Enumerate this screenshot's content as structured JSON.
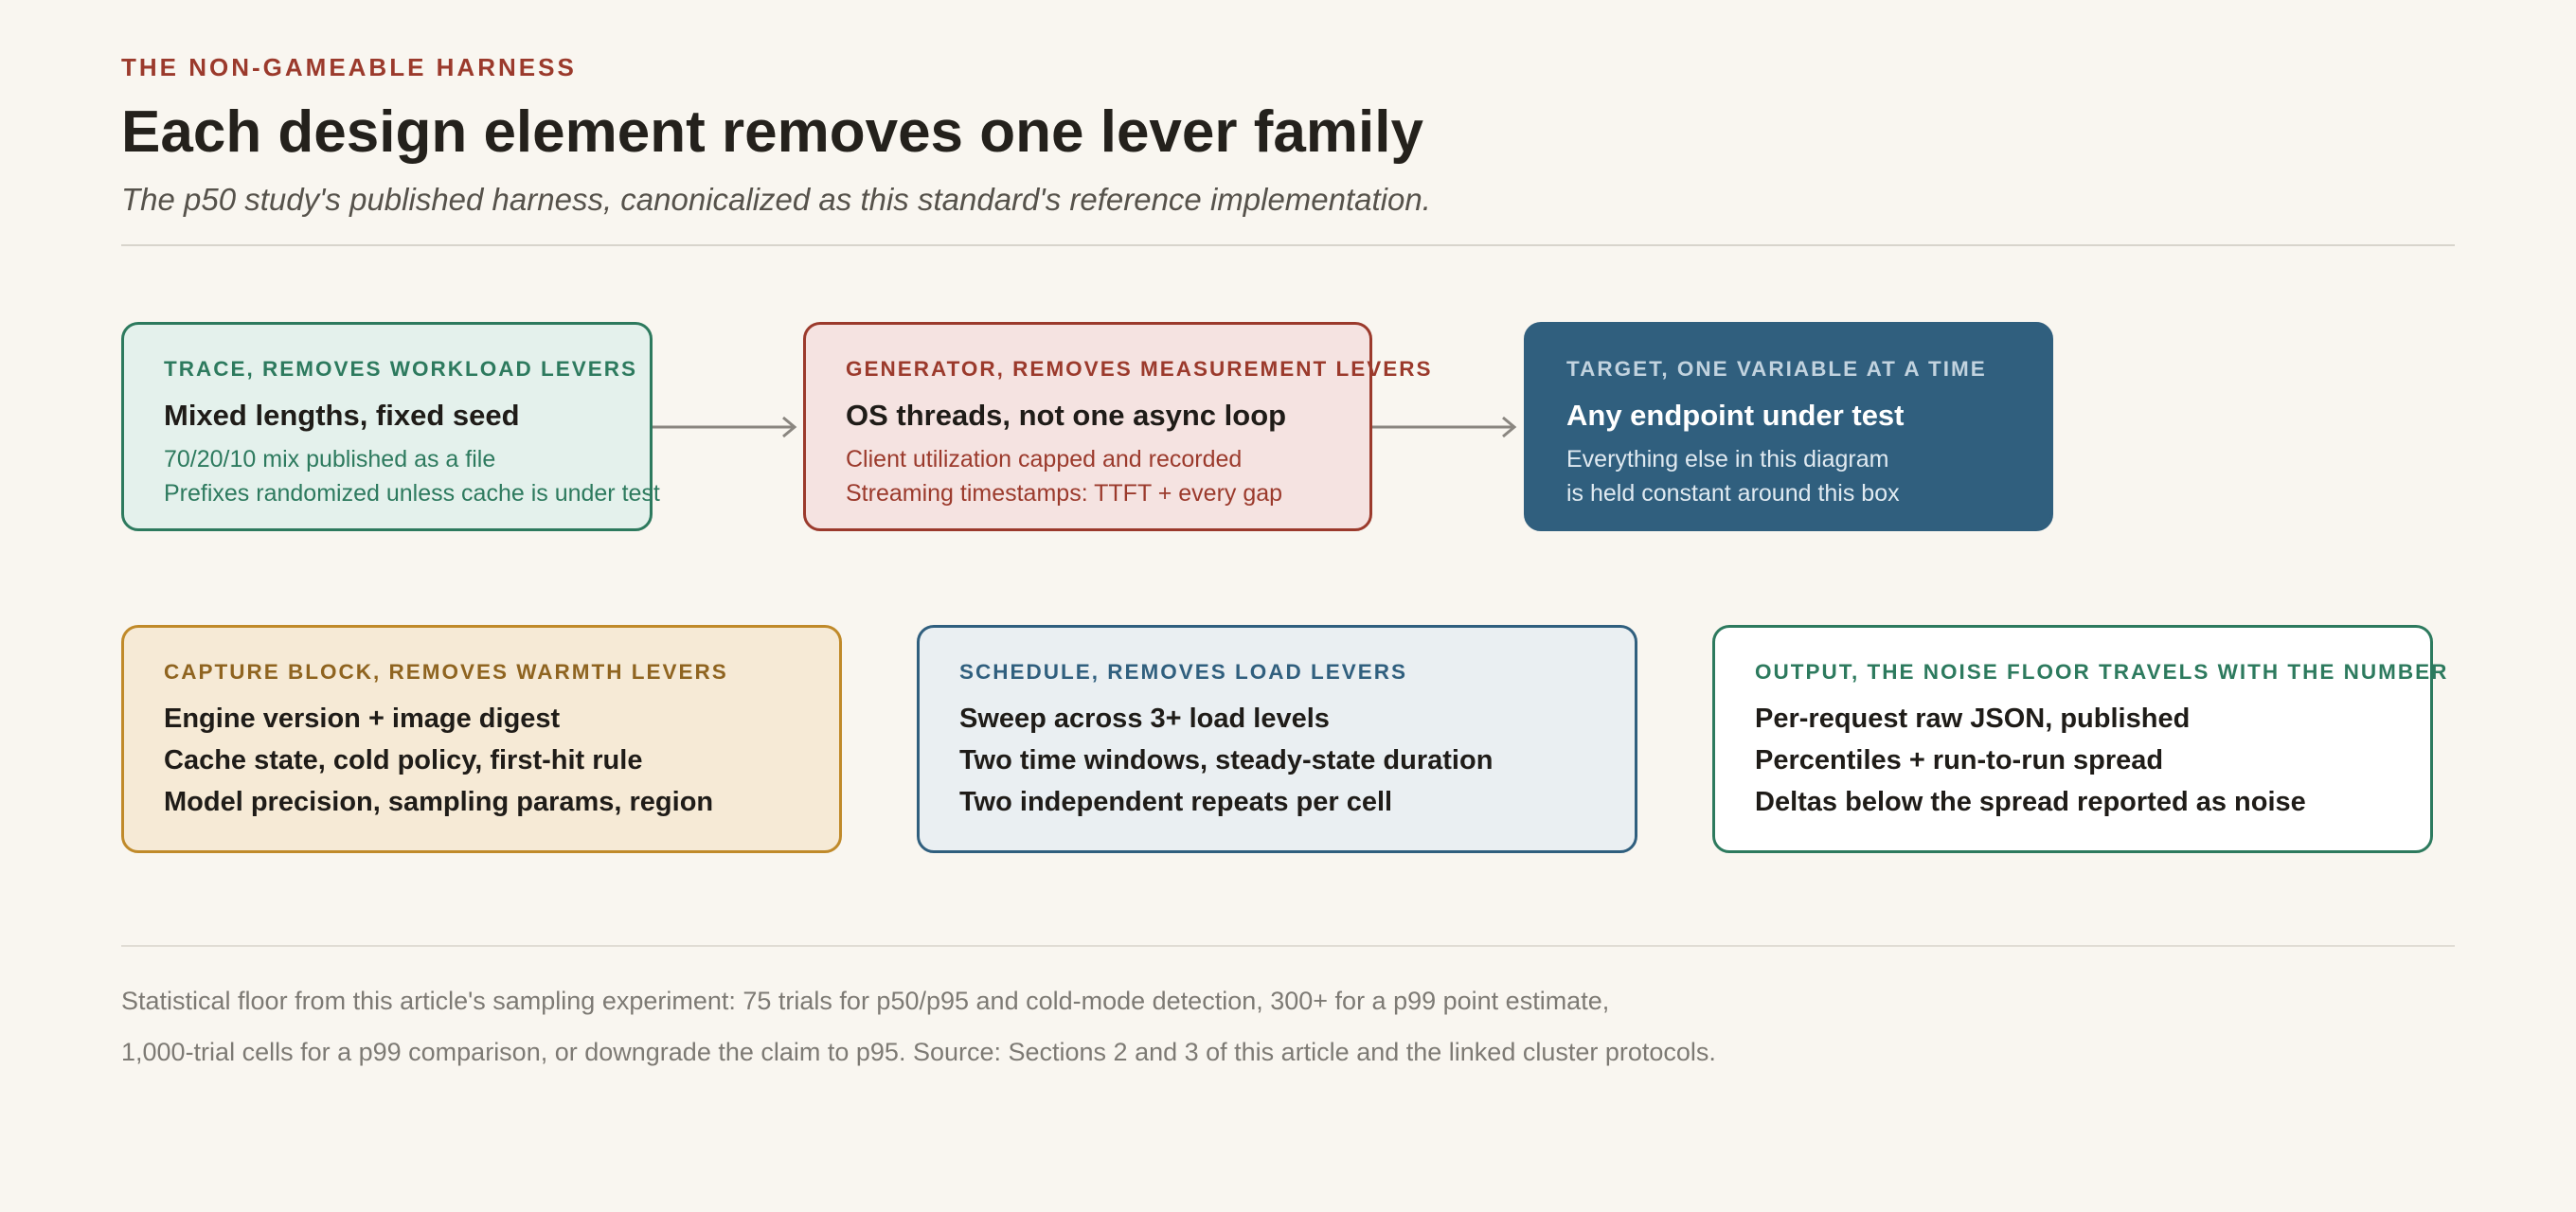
{
  "header": {
    "eyebrow": "THE NON-GAMEABLE HARNESS",
    "title": "Each design element removes one lever family",
    "subtitle": "The p50 study's published harness, canonicalized as this standard's reference implementation."
  },
  "top_row": {
    "trace": {
      "label": "TRACE, REMOVES WORKLOAD LEVERS",
      "heading": "Mixed lengths, fixed seed",
      "lines": [
        "70/20/10 mix published as a file",
        "Prefixes randomized unless cache is under test"
      ]
    },
    "generator": {
      "label": "GENERATOR, REMOVES MEASUREMENT LEVERS",
      "heading": "OS threads, not one async loop",
      "lines": [
        "Client utilization capped and recorded",
        "Streaming timestamps: TTFT + every gap"
      ]
    },
    "target": {
      "label": "TARGET, ONE VARIABLE AT A TIME",
      "heading": "Any endpoint under test",
      "lines": [
        "Everything else in this diagram",
        "is held constant around this box"
      ]
    }
  },
  "bottom_row": {
    "capture": {
      "label": "CAPTURE BLOCK, REMOVES WARMTH LEVERS",
      "lines": [
        "Engine version + image digest",
        "Cache state, cold policy, first-hit rule",
        "Model precision, sampling params, region"
      ]
    },
    "schedule": {
      "label": "SCHEDULE, REMOVES LOAD LEVERS",
      "lines": [
        "Sweep across 3+ load levels",
        "Two time windows, steady-state duration",
        "Two independent repeats per cell"
      ]
    },
    "output": {
      "label": "OUTPUT, THE NOISE FLOOR TRAVELS WITH THE NUMBER",
      "lines": [
        "Per-request raw JSON, published",
        "Percentiles + run-to-run spread",
        "Deltas below the spread reported as noise"
      ]
    }
  },
  "footnote": {
    "line1": "Statistical floor from this article's sampling experiment: 75 trials for p50/p95 and cold-mode detection, 300+ for a p99 point estimate,",
    "line2": "1,000-trial cells for a p99 comparison, or downgrade the claim to p95. Source: Sections 2 and 3 of this article and the linked cluster protocols."
  },
  "colors": {
    "accent_red": "#9b3a2c",
    "accent_green": "#2d7a5e",
    "accent_blue": "#305f7e",
    "accent_amber": "#c08a2a",
    "arrow": "#8a8680"
  }
}
